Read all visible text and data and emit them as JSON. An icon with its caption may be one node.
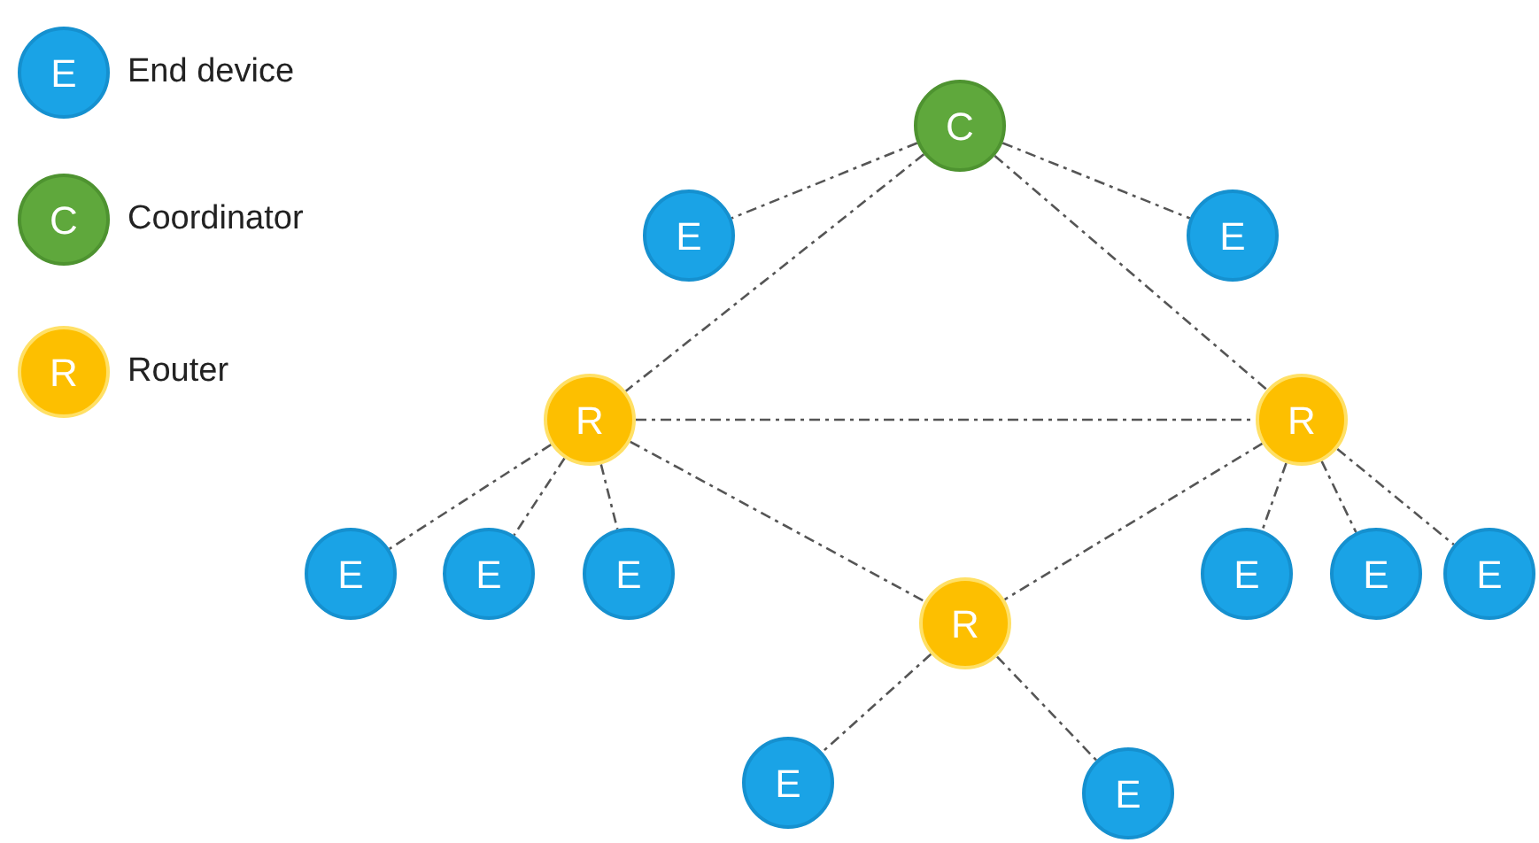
{
  "diagram": {
    "nodes": [
      {
        "text": [
          "E"
        ],
        "beside": [
          "End device"
        ]
      },
      {
        "text": [
          "C"
        ],
        "beside": [
          "Coordinator"
        ]
      },
      {
        "text": [
          "R"
        ],
        "beside": [
          "Router"
        ]
      },
      {
        "text": [
          "C"
        ]
      },
      {
        "text": [
          "E"
        ]
      },
      {
        "text": [
          "E"
        ]
      },
      {
        "text": [
          "R"
        ]
      },
      {
        "text": [
          "R"
        ]
      },
      {
        "text": [
          "E"
        ]
      },
      {
        "text": [
          "E"
        ]
      },
      {
        "text": [
          "E"
        ]
      },
      {
        "text": [
          "R"
        ]
      },
      {
        "text": [
          "E"
        ]
      },
      {
        "text": [
          "E"
        ]
      },
      {
        "text": [
          "E"
        ]
      },
      {
        "text": [
          "E"
        ]
      },
      {
        "text": [
          "E"
        ]
      }
    ],
    "edges": [
      {
        "from": 3,
        "to": 4,
        "arrow": "none",
        "style": "dashed"
      },
      {
        "from": 3,
        "to": 5,
        "arrow": "none",
        "style": "dashed"
      },
      {
        "from": 3,
        "to": 6,
        "arrow": "none",
        "style": "dashed"
      },
      {
        "from": 3,
        "to": 7,
        "arrow": "none",
        "style": "dashed"
      },
      {
        "from": 6,
        "to": 7,
        "arrow": "none",
        "style": "dashed"
      },
      {
        "from": 6,
        "to": 8,
        "arrow": "none",
        "style": "dashed"
      },
      {
        "from": 6,
        "to": 9,
        "arrow": "none",
        "style": "dashed"
      },
      {
        "from": 6,
        "to": 10,
        "arrow": "none",
        "style": "dashed"
      },
      {
        "from": 6,
        "to": 11,
        "arrow": "none",
        "style": "dashed"
      },
      {
        "from": 7,
        "to": 12,
        "arrow": "none",
        "style": "dashed"
      },
      {
        "from": 7,
        "to": 13,
        "arrow": "none",
        "style": "dashed"
      },
      {
        "from": 7,
        "to": 14,
        "arrow": "none",
        "style": "dashed"
      },
      {
        "from": 7,
        "to": 11,
        "arrow": "none",
        "style": "dashed"
      },
      {
        "from": 11,
        "to": 15,
        "arrow": "none",
        "style": "dashed"
      },
      {
        "from": 11,
        "to": 16,
        "arrow": "none",
        "style": "dashed"
      }
    ]
  }
}
